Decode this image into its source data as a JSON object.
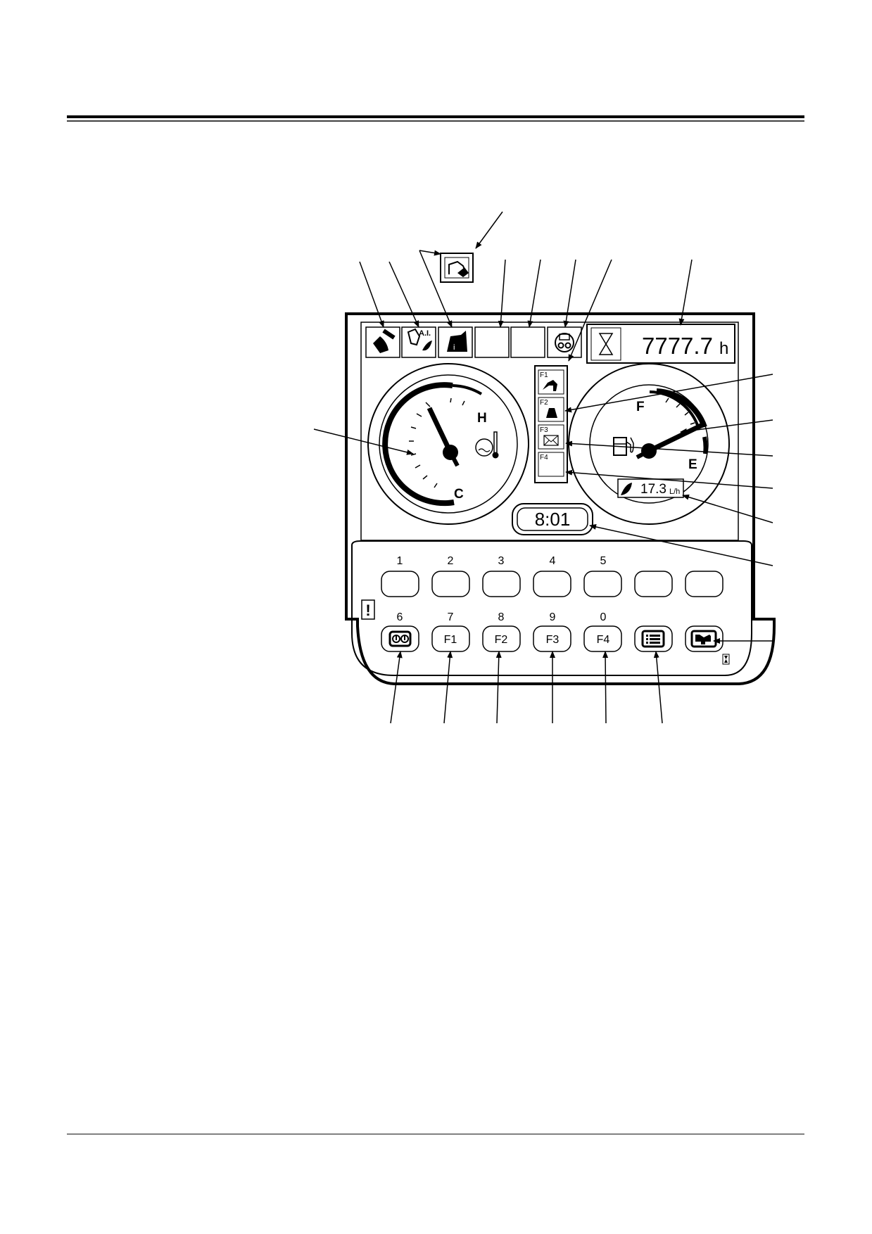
{
  "hour_meter": {
    "value": "7777.7",
    "unit": "h"
  },
  "clock": {
    "time": "8:01"
  },
  "temp_gauge": {
    "hot_label": "H",
    "cold_label": "C"
  },
  "fuel_gauge": {
    "full_label": "F",
    "empty_label": "E"
  },
  "fuel_rate": {
    "value": "17.3",
    "unit": "L/h"
  },
  "mode_icons": {
    "ai_label": "A.I."
  },
  "function_menu": [
    {
      "label": "F1",
      "icon": "work-mode-icon"
    },
    {
      "label": "F2",
      "icon": "attachment-icon"
    },
    {
      "label": "F3",
      "icon": "mail-icon"
    },
    {
      "label": "F4",
      "icon": ""
    }
  ],
  "top_buttons": [
    {
      "number": "1"
    },
    {
      "number": "2"
    },
    {
      "number": "3"
    },
    {
      "number": "4"
    },
    {
      "number": "5"
    },
    {
      "number": ""
    },
    {
      "number": ""
    }
  ],
  "bottom_buttons": [
    {
      "number": "6",
      "label": "",
      "icon": "auto-idle-icon"
    },
    {
      "number": "7",
      "label": "F1",
      "icon": ""
    },
    {
      "number": "8",
      "label": "F2",
      "icon": ""
    },
    {
      "number": "9",
      "label": "F3",
      "icon": ""
    },
    {
      "number": "0",
      "label": "F4",
      "icon": ""
    },
    {
      "number": "",
      "label": "",
      "icon": "menu-list-icon"
    },
    {
      "number": "",
      "label": "",
      "icon": "camera-icon"
    }
  ],
  "warning_symbol": "!"
}
